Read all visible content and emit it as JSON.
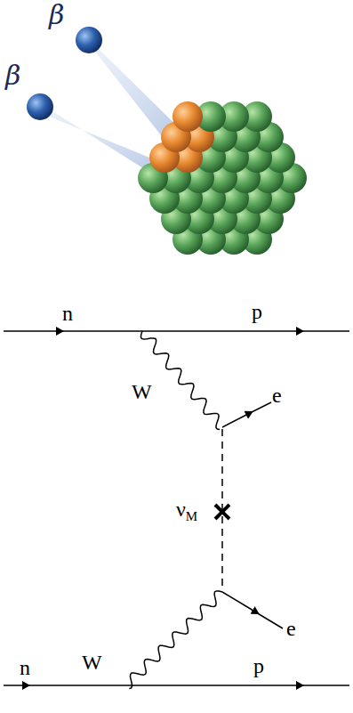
{
  "diagram": {
    "labels": [
      "β",
      "β",
      "n",
      "p",
      "W",
      "e",
      "νM",
      "e",
      "n",
      "W",
      "p"
    ]
  }
}
